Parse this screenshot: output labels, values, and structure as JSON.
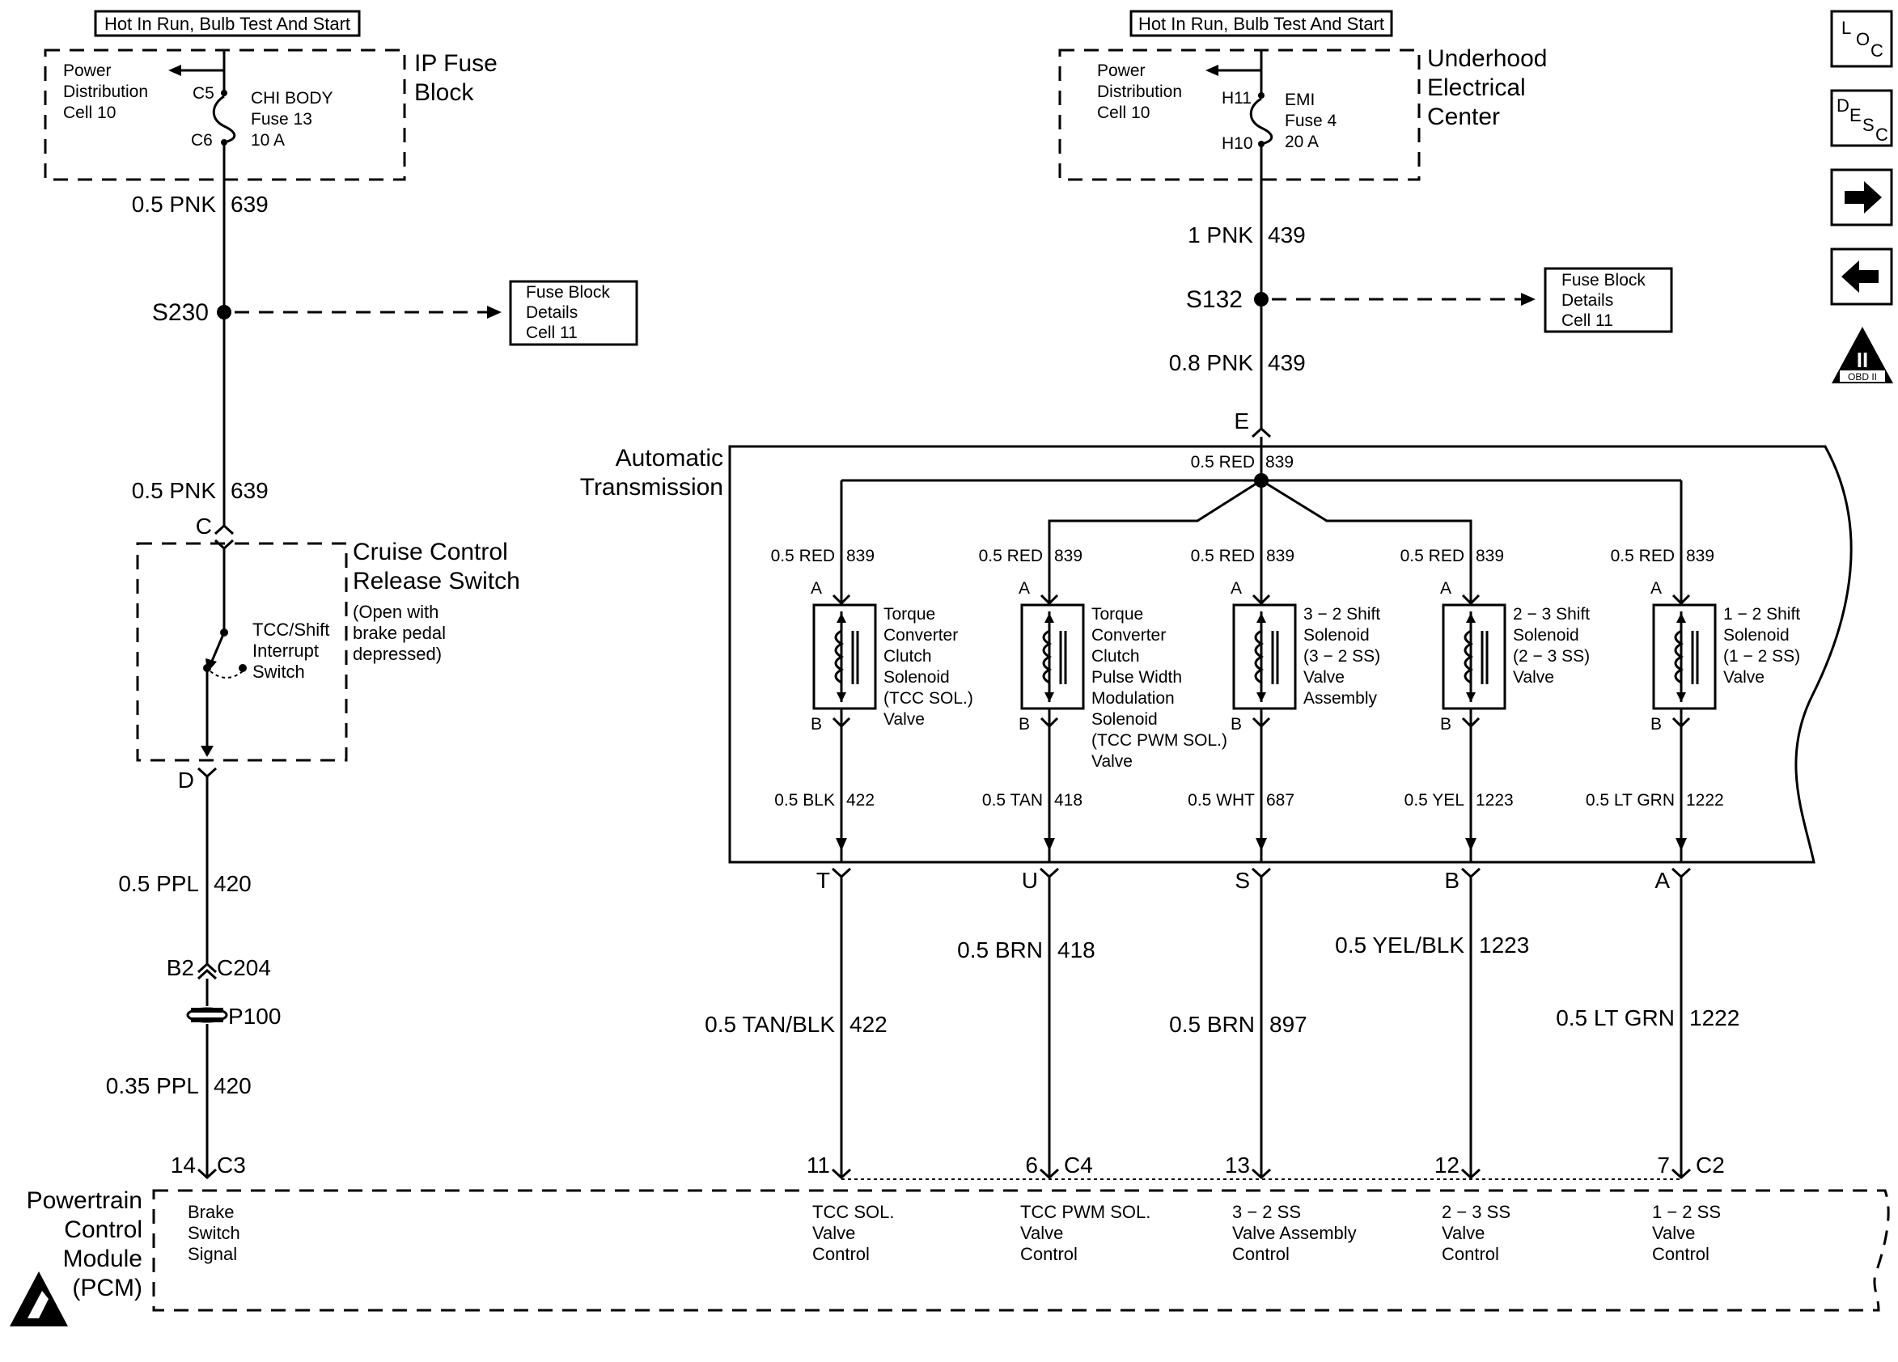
{
  "hot_label": "Hot In Run, Bulb Test And Start",
  "ip": {
    "title": [
      "IP Fuse",
      "Block"
    ],
    "power_dist": [
      "Power",
      "Distribution",
      "Cell 10"
    ],
    "c5": "C5",
    "c6": "C6",
    "fuse": [
      "CHI BODY",
      "Fuse 13",
      "10 A"
    ],
    "wire1": "0.5 PNK",
    "circ1": "639",
    "splice": "S230",
    "fuse_block": [
      "Fuse Block",
      "Details",
      "Cell 11"
    ],
    "wire2": "0.5 PNK",
    "circ2": "639",
    "conn_c": "C"
  },
  "cruise": {
    "title": [
      "Cruise Control",
      "Release Switch"
    ],
    "note": [
      "(Open with",
      "brake pedal",
      "depressed)"
    ],
    "switch": [
      "TCC/Shift",
      "Interrupt",
      "Switch"
    ],
    "conn_d": "D",
    "wire3": "0.5 PPL",
    "circ3": "420",
    "b2": "B2",
    "c204": "C204",
    "p100": "P100",
    "wire4": "0.35 PPL",
    "circ4": "420",
    "pin": "14",
    "conn": "C3"
  },
  "uec": {
    "title": [
      "Underhood",
      "Electrical",
      "Center"
    ],
    "power_dist": [
      "Power",
      "Distribution",
      "Cell 10"
    ],
    "h11": "H11",
    "h10": "H10",
    "fuse": [
      "EMI",
      "Fuse 4",
      "20 A"
    ],
    "wire1": "1 PNK",
    "circ1": "439",
    "splice": "S132",
    "fuse_block": [
      "Fuse Block",
      "Details",
      "Cell 11"
    ],
    "wire2": "0.8 PNK",
    "circ2": "439",
    "conn_e": "E"
  },
  "trans": {
    "title": [
      "Automatic",
      "Transmission"
    ],
    "top_wire": "0.5 RED",
    "top_circ": "839"
  },
  "solenoids": [
    {
      "in_wire": "0.5 RED",
      "in_circ": "839",
      "a": "A",
      "b": "B",
      "name": [
        "Torque",
        "Converter",
        "Clutch",
        "Solenoid",
        "(TCC SOL.)",
        "Valve"
      ],
      "out_wire": "0.5 BLK",
      "out_circ": "422",
      "conn": "T",
      "harness_wire": "0.5 TAN/BLK",
      "harness_circ": "422",
      "pin": "11",
      "pcm": [
        "TCC SOL.",
        "Valve",
        "Control"
      ]
    },
    {
      "in_wire": "0.5 RED",
      "in_circ": "839",
      "a": "A",
      "b": "B",
      "name": [
        "Torque",
        "Converter",
        "Clutch",
        "Pulse Width",
        "Modulation",
        "Solenoid",
        "(TCC PWM SOL.)",
        "Valve"
      ],
      "out_wire": "0.5 TAN",
      "out_circ": "418",
      "conn": "U",
      "harness_wire": "0.5 BRN",
      "harness_circ": "418",
      "pin": "6",
      "pin_conn": "C4",
      "pcm": [
        "TCC PWM SOL.",
        "Valve",
        "Control"
      ]
    },
    {
      "in_wire": "0.5 RED",
      "in_circ": "839",
      "a": "A",
      "b": "B",
      "name": [
        "3 − 2 Shift",
        "Solenoid",
        "(3 − 2 SS)",
        "Valve",
        "Assembly"
      ],
      "out_wire": "0.5 WHT",
      "out_circ": "687",
      "conn": "S",
      "harness_wire": "0.5 BRN",
      "harness_circ": "897",
      "pin": "13",
      "pcm": [
        "3 − 2 SS",
        "Valve Assembly",
        "Control"
      ]
    },
    {
      "in_wire": "0.5 RED",
      "in_circ": "839",
      "a": "A",
      "b": "B",
      "name": [
        "2 − 3 Shift",
        "Solenoid",
        "(2 − 3 SS)",
        "Valve"
      ],
      "out_wire": "0.5 YEL",
      "out_circ": "1223",
      "conn": "B",
      "harness_wire": "0.5 YEL/BLK",
      "harness_circ": "1223",
      "pin": "12",
      "pcm": [
        "2 − 3 SS",
        "Valve",
        "Control"
      ]
    },
    {
      "in_wire": "0.5 RED",
      "in_circ": "839",
      "a": "A",
      "b": "B",
      "name": [
        "1 − 2 Shift",
        "Solenoid",
        "(1 − 2 SS)",
        "Valve"
      ],
      "out_wire": "0.5 LT GRN",
      "out_circ": "1222",
      "conn": "A",
      "harness_wire": "0.5 LT GRN",
      "harness_circ": "1222",
      "pin": "7",
      "pin_conn": "C2",
      "pcm": [
        "1 − 2 SS",
        "Valve",
        "Control"
      ]
    }
  ],
  "pcm": {
    "title": [
      "Powertrain",
      "Control",
      "Module",
      "(PCM)"
    ],
    "brake": [
      "Brake",
      "Switch",
      "Signal"
    ]
  },
  "nav": {
    "loc": [
      "L",
      "O",
      "C"
    ],
    "desc": [
      "D",
      "E",
      "S",
      "C"
    ],
    "obd": [
      "II",
      "OBD II"
    ],
    "next_icon": "arrow-right-icon",
    "prev_icon": "arrow-left-icon",
    "esd_icon": "esd-warning-icon"
  }
}
